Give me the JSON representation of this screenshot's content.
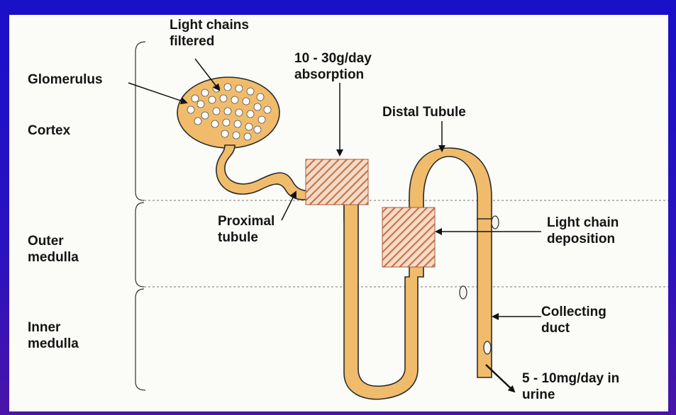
{
  "labels": {
    "light_chains_filtered": "Light chains\nfiltered",
    "glomerulus": "Glomerulus",
    "cortex": "Cortex",
    "absorption": "10 - 30g/day\nabsorption",
    "distal_tubule": "Distal Tubule",
    "proximal_tubule": "Proximal\ntubule",
    "outer_medulla": "Outer\nmedulla",
    "light_chain_deposition": "Light chain\ndeposition",
    "inner_medulla": "Inner\nmedulla",
    "collecting_duct": "Collecting\nduct",
    "urine": "5 - 10mg/day in\nurine"
  },
  "colors": {
    "tubule_fill": "#f0bc6c",
    "tubule_outline": "#2a2a2a",
    "hatch": "#cc6a4a",
    "slide_bg": "#fbfbf8",
    "frame": "#1a10c8"
  }
}
